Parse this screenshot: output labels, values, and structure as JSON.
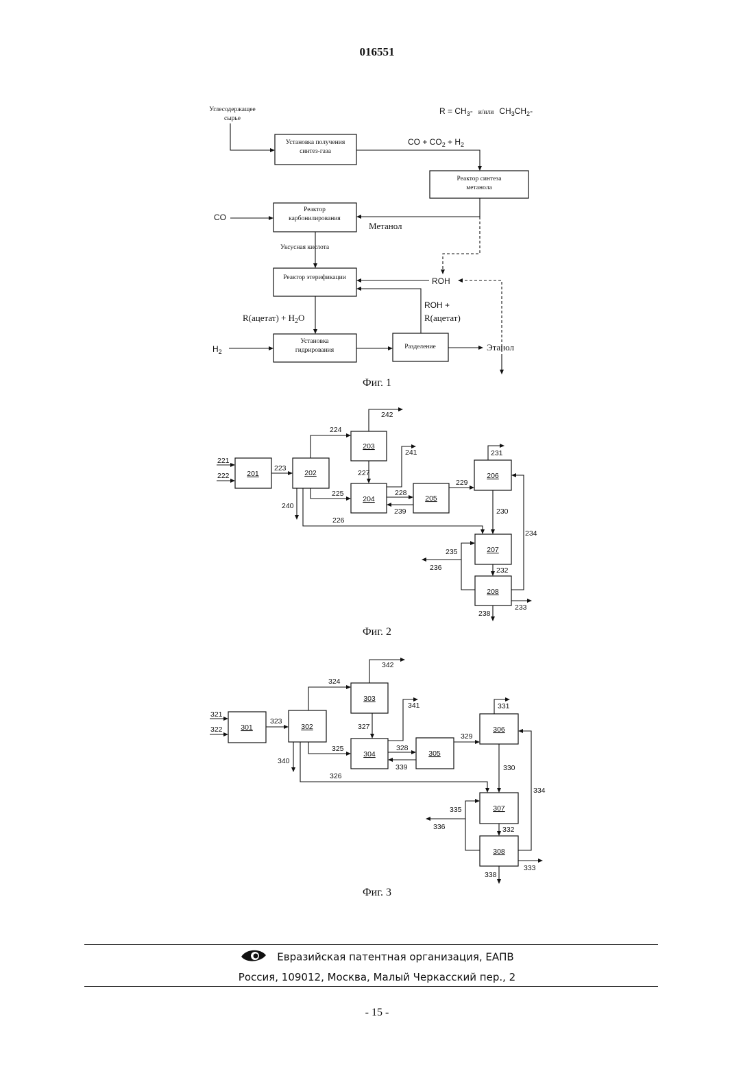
{
  "header": {
    "doc_number": "016551"
  },
  "fig1": {
    "caption": "Фиг. 1",
    "feed_line1": "Углесодержащее",
    "feed_line2": "сырье",
    "r_def_a": "R = CH",
    "r_def_b": "3",
    "r_def_c": "-",
    "r_def_or": "и/или",
    "r_def_d": "CH",
    "r_def_e": "3",
    "r_def_f": "CH",
    "r_def_g": "2",
    "r_def_h": "-",
    "syngas_unit_1": "Установка получения",
    "syngas_unit_2": "синтез-газа",
    "syngas_a": "CO + CO",
    "syngas_b": "2",
    "syngas_c": " + H",
    "syngas_d": "2",
    "methanol_reactor_1": "Реактор синтеза",
    "methanol_reactor_2": "метанола",
    "carbonylation_1": "Реактор",
    "carbonylation_2": "карбонилирования",
    "co_in": "CO",
    "methanol": "Метанол",
    "acetic_acid": "Уксусная кислота",
    "esterification": "Реактор этерификации",
    "roh": "ROH",
    "roh_plus": "ROH +",
    "r_acetate": "R(ацетат)",
    "r_acetate_h2o_a": "R(ацетат) + H",
    "r_acetate_h2o_b": "2",
    "r_acetate_h2o_c": "O",
    "h2_a": "H",
    "h2_b": "2",
    "hydrogenation_1": "Установка",
    "hydrogenation_2": "гидрирования",
    "separation": "Разделение",
    "ethanol": "Этанол"
  },
  "fig2": {
    "caption": "Фиг. 2",
    "units": [
      "201",
      "202",
      "203",
      "204",
      "205",
      "206",
      "207",
      "208"
    ],
    "streams": [
      "221",
      "222",
      "223",
      "224",
      "225",
      "226",
      "227",
      "228",
      "229",
      "230",
      "231",
      "232",
      "233",
      "234",
      "235",
      "236",
      "238",
      "239",
      "240",
      "241",
      "242"
    ]
  },
  "fig3": {
    "caption": "Фиг. 3",
    "units": [
      "301",
      "302",
      "303",
      "304",
      "305",
      "306",
      "307",
      "308"
    ],
    "streams": [
      "321",
      "322",
      "323",
      "324",
      "325",
      "326",
      "327",
      "328",
      "329",
      "330",
      "331",
      "332",
      "333",
      "334",
      "335",
      "336",
      "338",
      "339",
      "340",
      "341",
      "342"
    ]
  },
  "footer": {
    "org": "Евразийская патентная организация, ЕАПВ",
    "address": "Россия, 109012, Москва, Малый Черкасский пер., 2",
    "logo_icon": "eye-logo-icon"
  },
  "page": {
    "number": "- 15 -"
  }
}
